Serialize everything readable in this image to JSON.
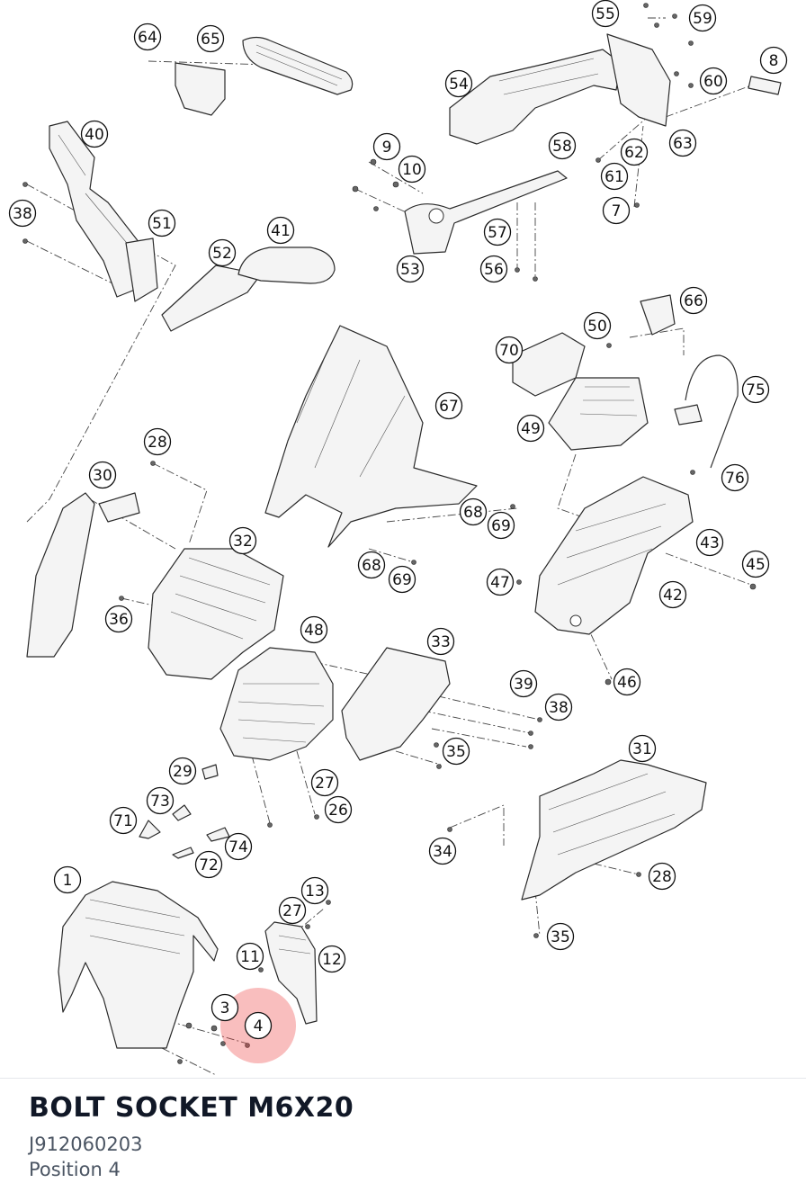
{
  "diagram": {
    "callouts": [
      {
        "label": "1"
      },
      {
        "label": "3"
      },
      {
        "label": "4",
        "highlighted": true
      },
      {
        "label": "7"
      },
      {
        "label": "8"
      },
      {
        "label": "9"
      },
      {
        "label": "10"
      },
      {
        "label": "11"
      },
      {
        "label": "12"
      },
      {
        "label": "13"
      },
      {
        "label": "26"
      },
      {
        "label": "27"
      },
      {
        "label": "27"
      },
      {
        "label": "28"
      },
      {
        "label": "28"
      },
      {
        "label": "29"
      },
      {
        "label": "30"
      },
      {
        "label": "31"
      },
      {
        "label": "32"
      },
      {
        "label": "33"
      },
      {
        "label": "34"
      },
      {
        "label": "35"
      },
      {
        "label": "35"
      },
      {
        "label": "36"
      },
      {
        "label": "38"
      },
      {
        "label": "38"
      },
      {
        "label": "39"
      },
      {
        "label": "40"
      },
      {
        "label": "41"
      },
      {
        "label": "42"
      },
      {
        "label": "43"
      },
      {
        "label": "45"
      },
      {
        "label": "46"
      },
      {
        "label": "47"
      },
      {
        "label": "48"
      },
      {
        "label": "49"
      },
      {
        "label": "50"
      },
      {
        "label": "51"
      },
      {
        "label": "52"
      },
      {
        "label": "53"
      },
      {
        "label": "54"
      },
      {
        "label": "55"
      },
      {
        "label": "56"
      },
      {
        "label": "57"
      },
      {
        "label": "58"
      },
      {
        "label": "59"
      },
      {
        "label": "60"
      },
      {
        "label": "61"
      },
      {
        "label": "62"
      },
      {
        "label": "63"
      },
      {
        "label": "64"
      },
      {
        "label": "65"
      },
      {
        "label": "66"
      },
      {
        "label": "67"
      },
      {
        "label": "68"
      },
      {
        "label": "68"
      },
      {
        "label": "69"
      },
      {
        "label": "69"
      },
      {
        "label": "70"
      },
      {
        "label": "71"
      },
      {
        "label": "72"
      },
      {
        "label": "73"
      },
      {
        "label": "74"
      },
      {
        "label": "75"
      },
      {
        "label": "76"
      }
    ],
    "highlight_color": "#ef4444"
  },
  "part": {
    "title": "BOLT SOCKET M6X20",
    "number": "J912060203",
    "position": "Position 4"
  }
}
